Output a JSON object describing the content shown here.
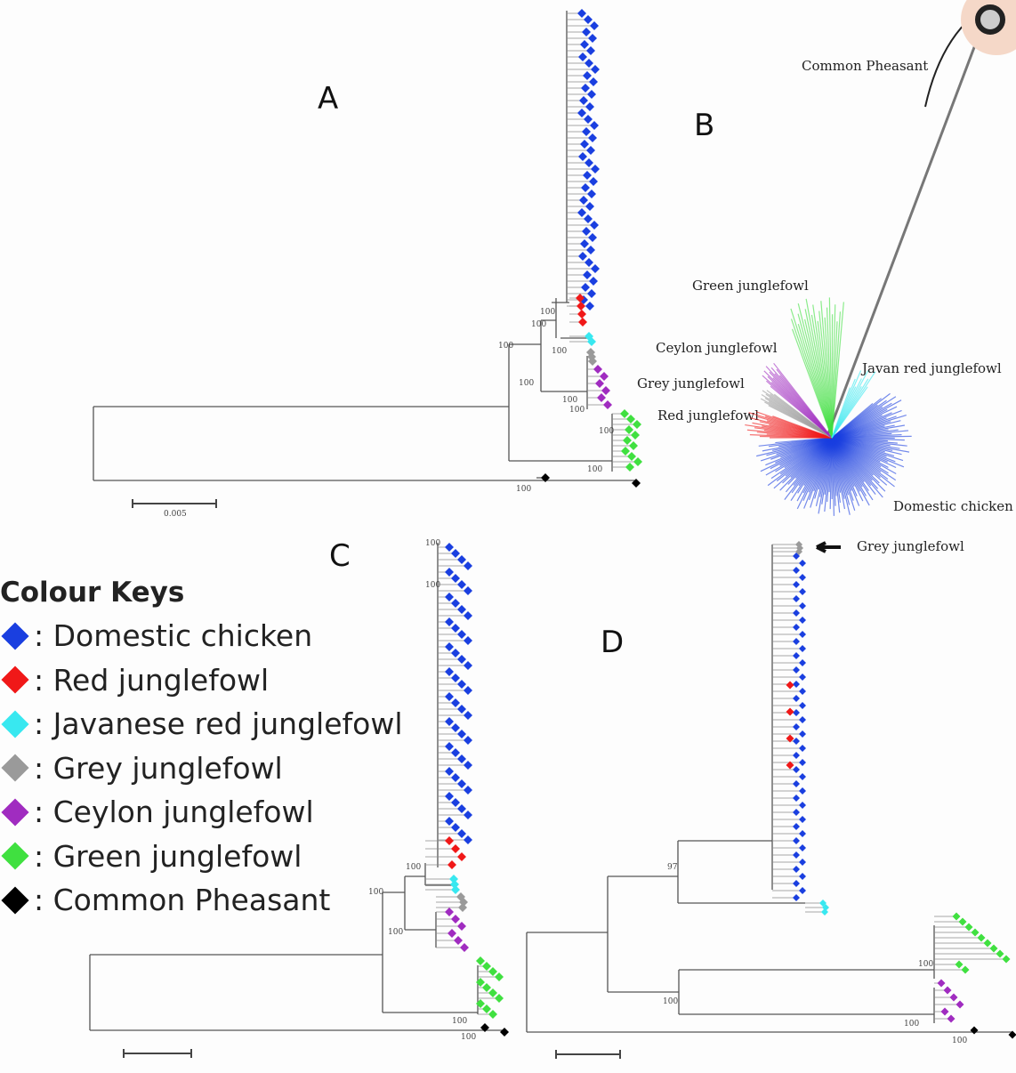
{
  "panels": {
    "a": "A",
    "b": "B",
    "c": "C",
    "d": "D"
  },
  "colors": {
    "domestic": "#1a3fe0",
    "red": "#f01818",
    "javanese": "#38e8f0",
    "grey": "#9a9a9a",
    "ceylon": "#a02cc0",
    "green": "#40e040",
    "pheasant": "#000000"
  },
  "legend": {
    "title": "Colour Keys",
    "items": [
      {
        "key": "domestic",
        "label": ": Domestic chicken",
        "color": "#1a3fe0"
      },
      {
        "key": "red",
        "label": ": Red junglefowl",
        "color": "#f01818"
      },
      {
        "key": "javanese",
        "label": ": Javanese red junglefowl",
        "color": "#38e8f0"
      },
      {
        "key": "grey",
        "label": ": Grey junglefowl",
        "color": "#9a9a9a"
      },
      {
        "key": "ceylon",
        "label": ": Ceylon junglefowl",
        "color": "#a02cc0"
      },
      {
        "key": "green",
        "label": ": Green junglefowl",
        "color": "#40e040"
      },
      {
        "key": "pheasant",
        "label": ": Common Pheasant",
        "color": "#000000"
      }
    ]
  },
  "panel_a": {
    "bootstrap": [
      "100",
      "100",
      "100",
      "100",
      "100",
      "100",
      "100",
      "100",
      "100",
      "100"
    ],
    "scale_label": "0.005"
  },
  "panel_b": {
    "labels": {
      "pheasant": "Common Pheasant",
      "green": "Green junglefowl",
      "ceylon": "Ceylon junglefowl",
      "grey": "Grey junglefowl",
      "javan": "Javan red junglefowl",
      "red": "Red junglefowl",
      "domestic": "Domestic chicken"
    }
  },
  "panel_c": {
    "bootstrap": [
      "100",
      "100",
      "100",
      "100",
      "100",
      "100",
      "100"
    ]
  },
  "panel_d": {
    "annotation": "Grey junglefowl",
    "bootstrap": [
      "97",
      "100",
      "100",
      "100",
      "100"
    ]
  }
}
